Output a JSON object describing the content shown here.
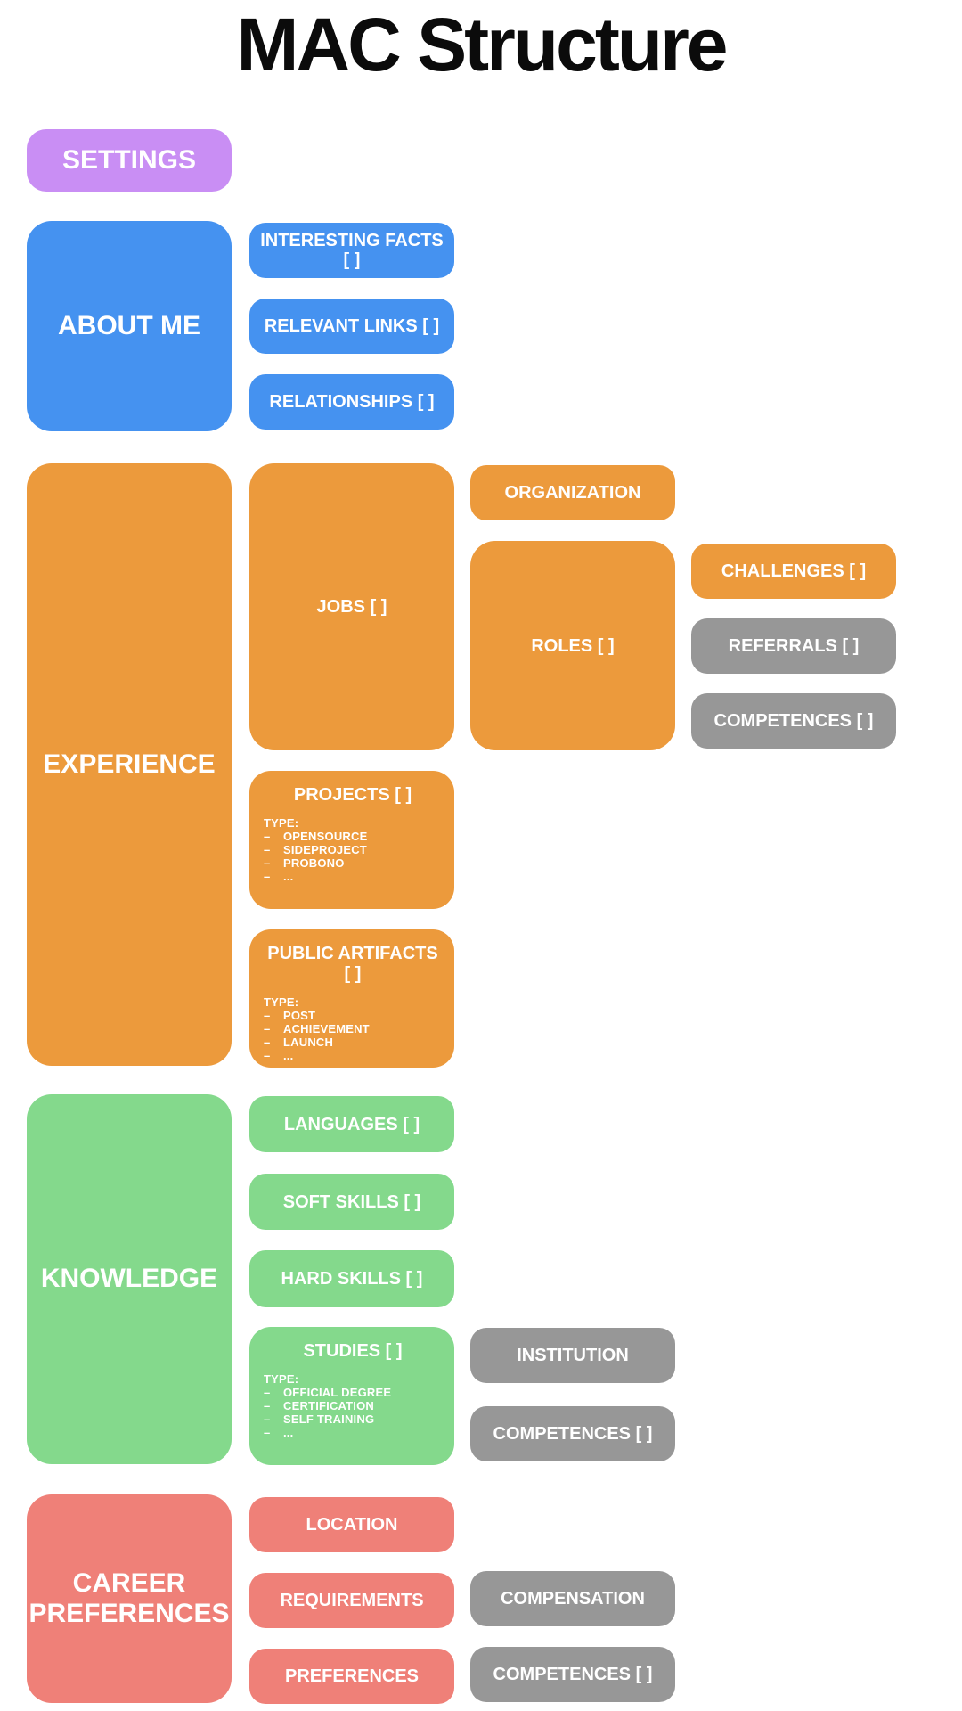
{
  "page": {
    "title": "MAC Structure"
  },
  "colors": {
    "purple": "#c98ef4",
    "blue": "#4592f0",
    "orange": "#ec9a3c",
    "green": "#84d98c",
    "salmon": "#ef8078",
    "gray": "#979797"
  },
  "settings": {
    "label": "SETTINGS"
  },
  "about_me": {
    "label": "ABOUT ME",
    "interesting_facts": "INTERESTING FACTS [ ]",
    "relevant_links": "RELEVANT LINKS [ ]",
    "relationships": "RELATIONSHIPS [ ]"
  },
  "experience": {
    "label": "EXPERIENCE",
    "jobs": "JOBS [ ]",
    "organization": "ORGANIZATION",
    "roles": "ROLES [ ]",
    "challenges": "CHALLENGES [ ]",
    "referrals": "REFERRALS [ ]",
    "competences": "COMPETENCES [ ]",
    "projects": {
      "label": "PROJECTS [ ]",
      "type_label": "TYPE:",
      "types": [
        "OPENSOURCE",
        "SIDEPROJECT",
        "PROBONO",
        "..."
      ]
    },
    "public_artifacts": {
      "label": "PUBLIC ARTIFACTS [ ]",
      "type_label": "TYPE:",
      "types": [
        "POST",
        "ACHIEVEMENT",
        "LAUNCH",
        "..."
      ]
    }
  },
  "knowledge": {
    "label": "KNOWLEDGE",
    "languages": "LANGUAGES [ ]",
    "soft_skills": "SOFT SKILLS [ ]",
    "hard_skills": "HARD SKILLS [ ]",
    "studies": {
      "label": "STUDIES [ ]",
      "type_label": "TYPE:",
      "types": [
        "OFFICIAL DEGREE",
        "CERTIFICATION",
        "SELF TRAINING",
        "..."
      ]
    },
    "institution": "INSTITUTION",
    "competences": "COMPETENCES [ ]"
  },
  "career_preferences": {
    "label": "CAREER PREFERENCES",
    "location": "LOCATION",
    "requirements": "REQUIREMENTS",
    "preferences": "PREFERENCES",
    "compensation": "COMPENSATION",
    "competences": "COMPETENCES [ ]"
  }
}
